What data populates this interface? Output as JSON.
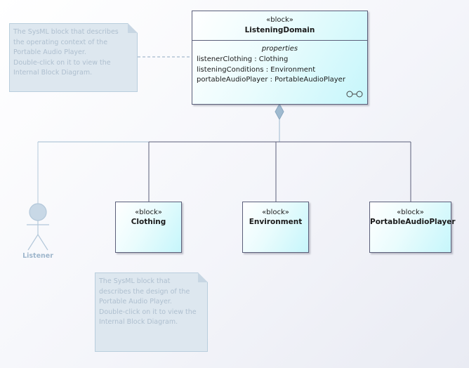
{
  "domain_block": {
    "stereotype": "«block»",
    "name": "ListeningDomain",
    "compartment_title": "properties",
    "properties": [
      "listenerClothing : Clothing",
      "listeningConditions : Environment",
      "portableAudioPlayer : PortableAudioPlayer"
    ]
  },
  "part_blocks": [
    {
      "stereotype": "«block»",
      "name": "Clothing"
    },
    {
      "stereotype": "«block»",
      "name": "Environment"
    },
    {
      "stereotype": "«block»",
      "name": "PortableAudioPlayer"
    }
  ],
  "actor": {
    "name": "Listener"
  },
  "notes": [
    {
      "lines": [
        "The SysML block that describes",
        "the operating context of the",
        "Portable Audio Player.",
        "Double-click on it to view the",
        "Internal Block Diagram."
      ]
    },
    {
      "lines": [
        "The SysML block that",
        "describes the design of the",
        "Portable Audio Player.",
        "Double-click on it to view the",
        "Internal Block Diagram."
      ]
    }
  ],
  "colors": {
    "block_border": "#5b5f7a",
    "block_fill": "#c6f6fb",
    "note_fill": "#dde7ef",
    "actor": "#9eb6cc",
    "connector": "#5b5f7a"
  }
}
